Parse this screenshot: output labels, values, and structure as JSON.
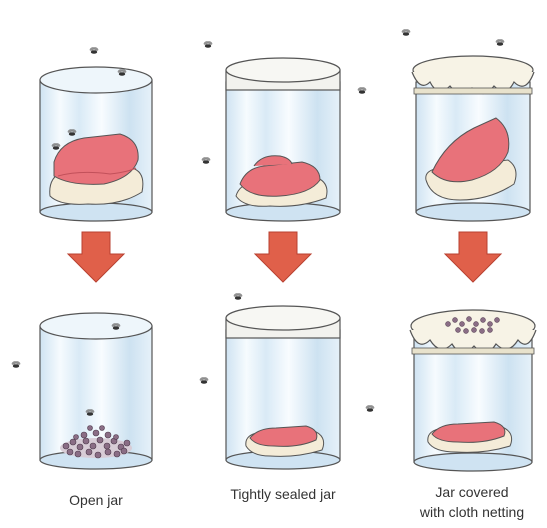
{
  "captions": {
    "open_jar": "Open jar",
    "sealed_jar": "Tightly sealed jar",
    "netted_jar_line1": "Jar covered",
    "netted_jar_line2": "with cloth netting"
  },
  "colors": {
    "arrow": "#e0604a",
    "meat": "#e8727a",
    "fat": "#f4ecd8",
    "glass": "#d6e8f4",
    "maggots": "#8a6d85",
    "lid": "#f2f2ee"
  },
  "icons": [
    "fly-icon",
    "arrow-down-icon",
    "jar-icon",
    "meat-icon",
    "maggots-icon",
    "cloth-net-icon"
  ]
}
